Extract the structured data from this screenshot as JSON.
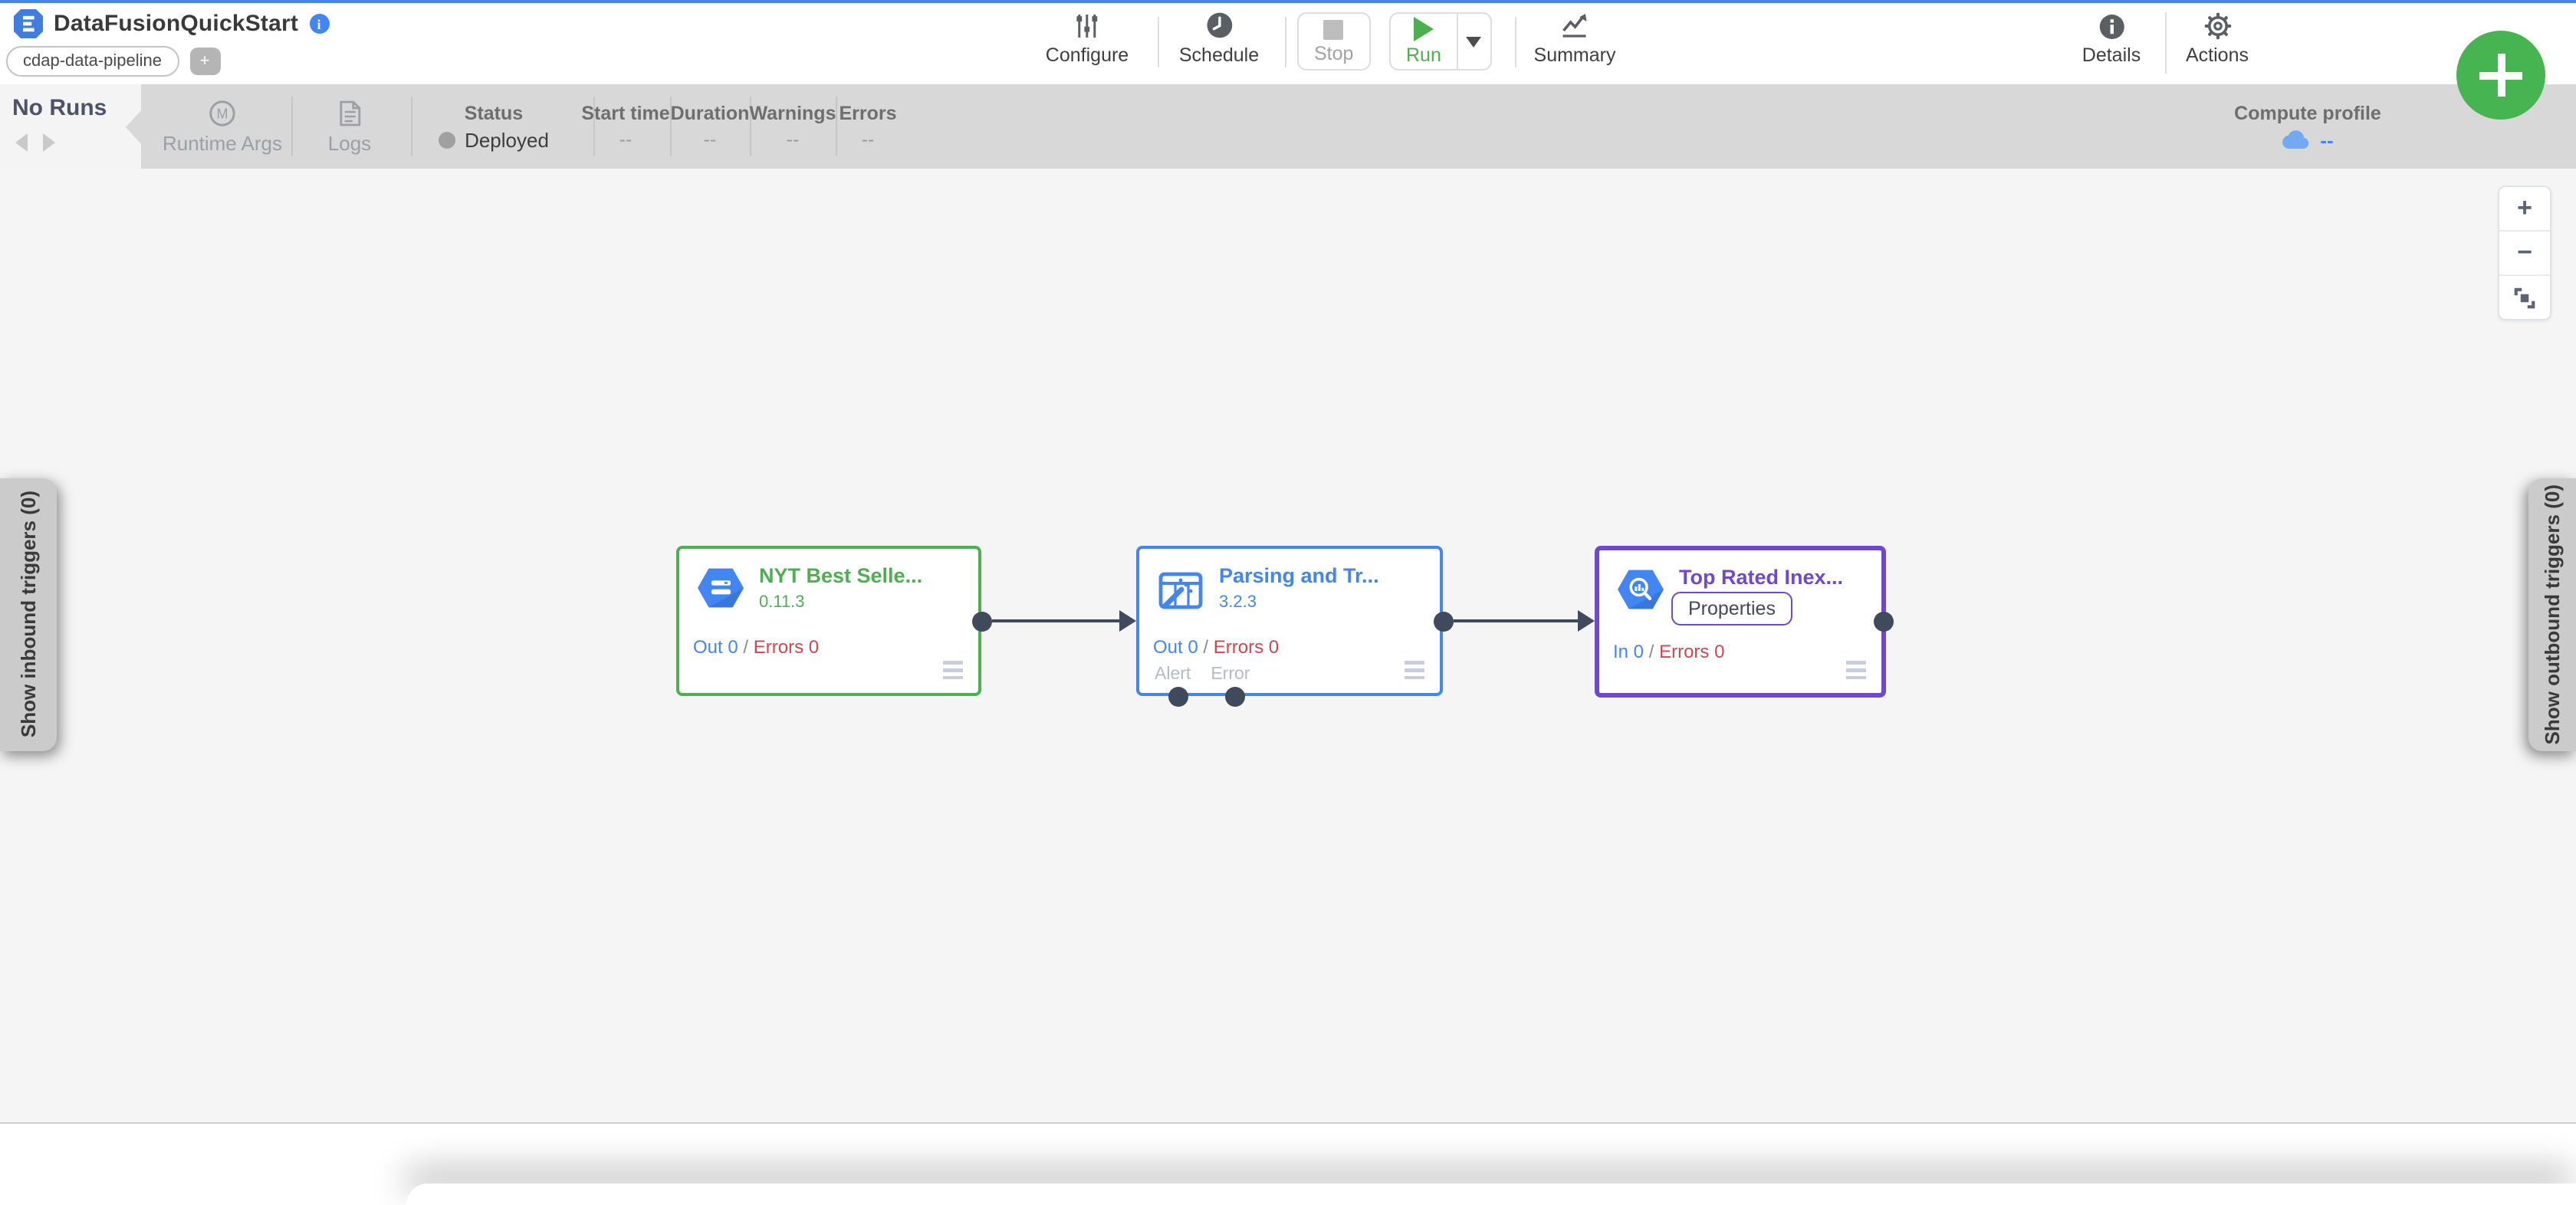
{
  "colors": {
    "top_line": "#4285f4",
    "run_green": "#4caf50",
    "fab_green": "#46b450",
    "error_red": "#cb4852",
    "port_dark": "#3f4a5c",
    "node_green": "#4caf50",
    "node_blue": "#4285f4",
    "node_purple": "#7048cf"
  },
  "top_bar": {
    "pipeline_name": "DataFusionQuickStart",
    "tag_label": "cdap-data-pipeline",
    "add_tag_label": "+",
    "configure_label": "Configure",
    "schedule_label": "Schedule",
    "stop_label": "Stop",
    "run_label": "Run",
    "summary_label": "Summary",
    "details_label": "Details",
    "actions_label": "Actions"
  },
  "runs_bar": {
    "no_runs_label": "No Runs",
    "runtime_args_label": "Runtime Args",
    "logs_label": "Logs",
    "status_label": "Status",
    "status_value": "Deployed",
    "columns": [
      {
        "label": "Start time",
        "value": "--"
      },
      {
        "label": "Duration",
        "value": "--"
      },
      {
        "label": "Warnings",
        "value": "--"
      },
      {
        "label": "Errors",
        "value": "--"
      }
    ],
    "compute_profile_label": "Compute profile",
    "compute_profile_value": "--"
  },
  "canvas": {
    "left_tab_label": "Show inbound triggers (0)",
    "right_tab_label": "Show outbound triggers (0)",
    "zoom_in_label": "+",
    "zoom_out_label": "−",
    "nodes": [
      {
        "title": "NYT Best Selle...",
        "version": "0.11.3",
        "metric_left": "Out 0",
        "metric_sep": "/",
        "metric_right": "Errors 0"
      },
      {
        "title": "Parsing and Tr...",
        "version": "3.2.3",
        "metric_left": "Out 0",
        "metric_sep": "/",
        "metric_right": "Errors 0",
        "alert_port_label": "Alert",
        "error_port_label": "Error"
      },
      {
        "title": "Top Rated Inex...",
        "properties_label": "Properties",
        "metric_left": "In 0",
        "metric_sep": "/",
        "metric_right": "Errors 0"
      }
    ]
  }
}
